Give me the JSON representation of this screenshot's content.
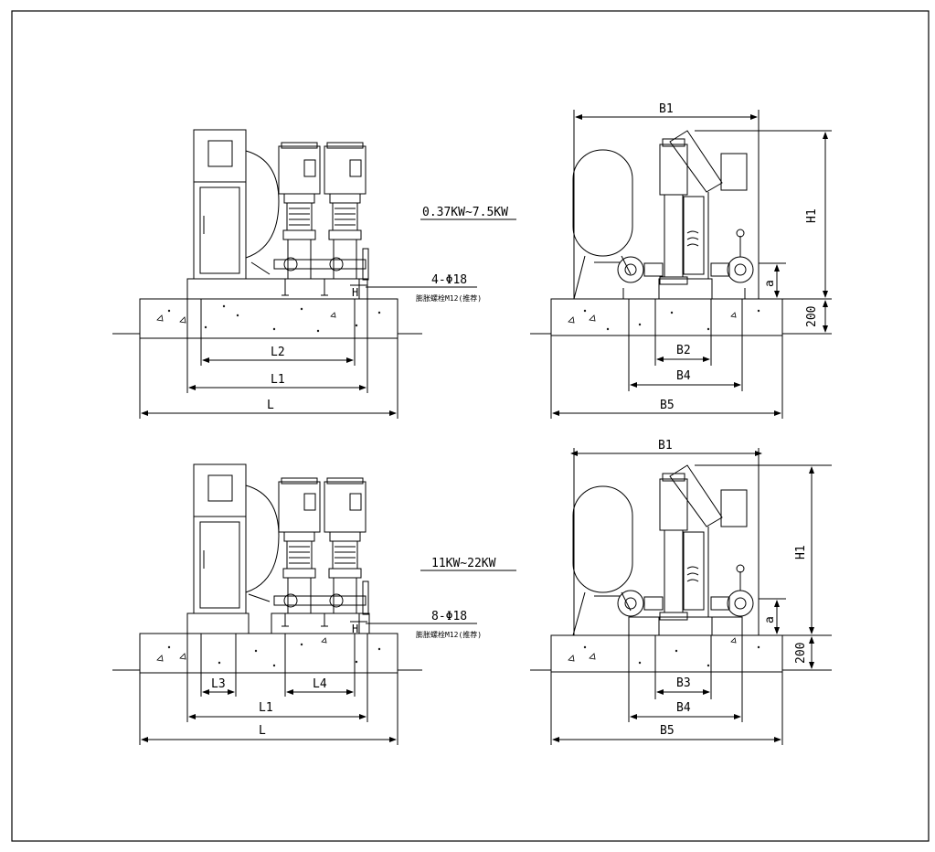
{
  "drawing": {
    "colors": {
      "ink": "#000000",
      "paper": "#ffffff"
    },
    "upper_front": {
      "power_range": "0.37KW~7.5KW",
      "bolt_spec": "4-Φ18",
      "bolt_note": "膨胀螺栓M12(推荐)",
      "h_label": "H",
      "dims": {
        "l2": "L2",
        "l1": "L1",
        "l": "L"
      }
    },
    "upper_side": {
      "dims": {
        "b1": "B1",
        "h1": "H1",
        "a": "a",
        "base_height": "200",
        "b2": "B2",
        "b4": "B4",
        "b5": "B5"
      }
    },
    "lower_front": {
      "power_range": "11KW~22KW",
      "bolt_spec": "8-Φ18",
      "bolt_note": "膨胀螺栓M12(推荐)",
      "h_label": "H",
      "dims": {
        "l3": "L3",
        "l4": "L4",
        "l1": "L1",
        "l": "L"
      }
    },
    "lower_side": {
      "dims": {
        "b1": "B1",
        "h1": "H1",
        "a": "a",
        "base_height": "200",
        "b3": "B3",
        "b4": "B4",
        "b5": "B5"
      }
    }
  }
}
